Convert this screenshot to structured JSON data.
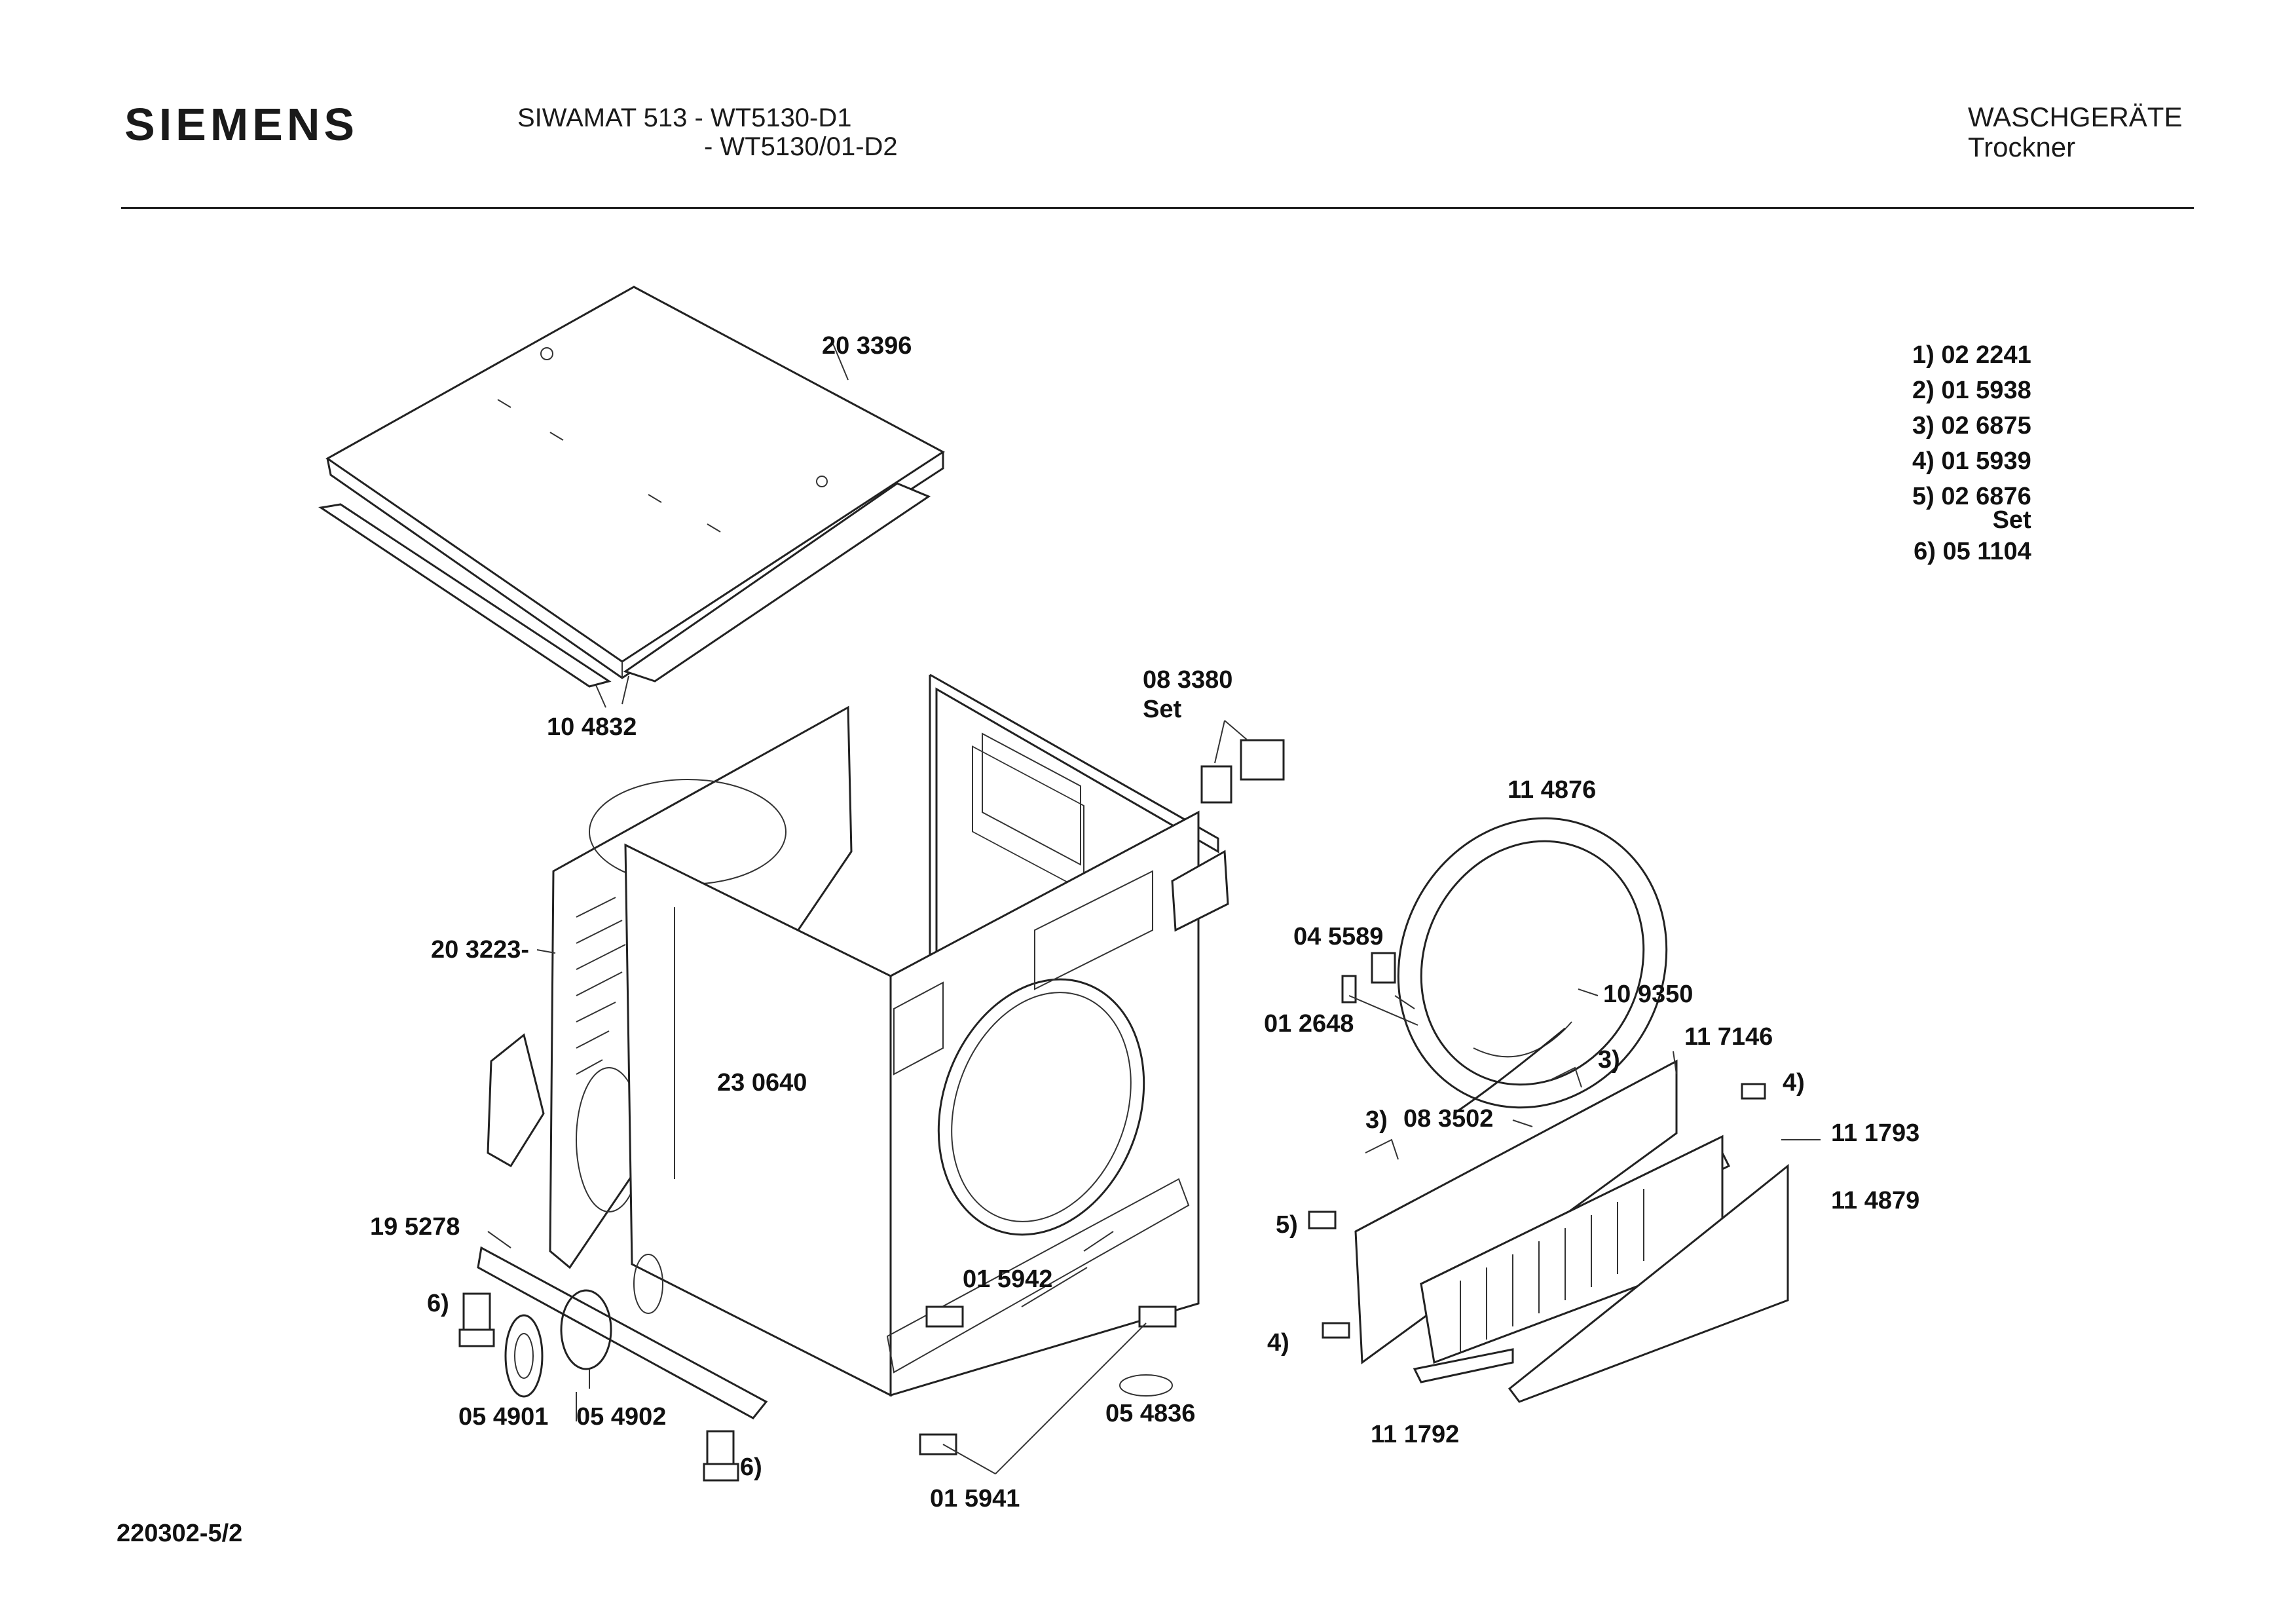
{
  "header": {
    "brand": "SIEMENS",
    "model_line1": "SIWAMAT 513 - WT5130-D1",
    "model_line2": "- WT5130/01-D2",
    "category": "WASCHGERÄTE",
    "subcategory": "Trockner"
  },
  "legend": {
    "items": [
      "1) 02 2241",
      "2) 01 5938",
      "3) 02 6875",
      "4) 01 5939",
      "5) 02 6876",
      "6) 05 1104"
    ],
    "item5_note": "Set"
  },
  "parts": {
    "p203396": "20 3396",
    "p104832": "10 4832",
    "p083380": "08 3380",
    "p083380_set": "Set",
    "p114876": "11 4876",
    "p045589": "04 5589",
    "p012648": "01 2648",
    "p109350": "10 9350",
    "p117146": "11 7146",
    "p203223": "20 3223-",
    "p230640": "23 0640",
    "p083502": "08 3502",
    "p111793": "11 1793",
    "p114879": "11 4879",
    "p195278": "19 5278",
    "p015942": "01 5942",
    "p054901": "05 4901",
    "p054902": "05 4902",
    "p054836": "05 4836",
    "p111792": "11 1792",
    "p015941": "01 5941",
    "c3a": "3)",
    "c3b": "3)",
    "c4a": "4)",
    "c4b": "4)",
    "c5": "5)",
    "c6a": "6)",
    "c6b": "6)"
  },
  "footer": {
    "doc_number": "220302-5/2"
  }
}
